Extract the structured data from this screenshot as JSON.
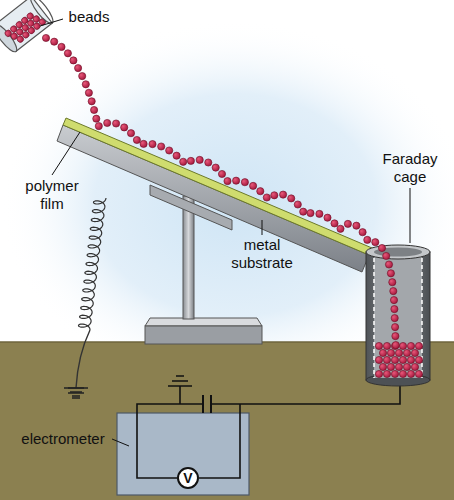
{
  "diagram": {
    "nodes": [
      {
        "text": [
          "V"
        ]
      }
    ],
    "labels": [
      "beads",
      "polymer film",
      "metal substrate",
      "Faraday cage",
      "electrometer"
    ]
  }
}
